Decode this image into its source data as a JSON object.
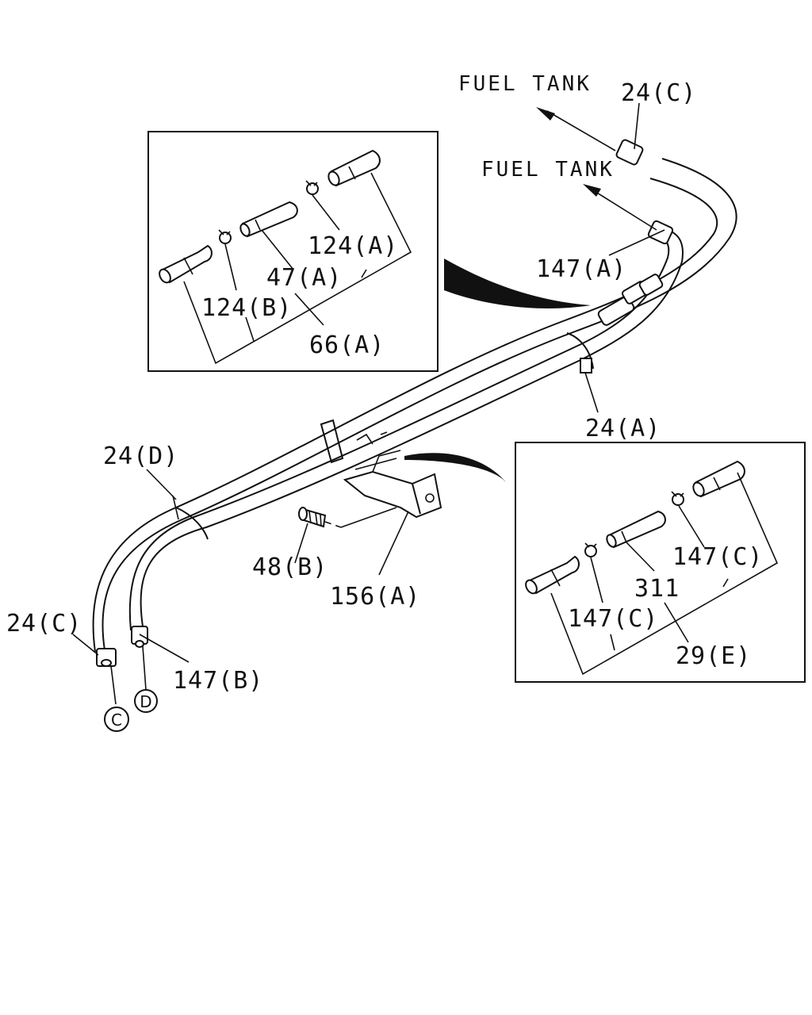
{
  "labels": {
    "fuel_tank_1": "FUEL TANK",
    "fuel_tank_2": "FUEL TANK",
    "p24c_top": "24(C)",
    "p147a": "147(A)",
    "p24a": "24(A)",
    "p24d": "24(D)",
    "p48b": "48(B)",
    "p156a": "156(A)",
    "p24c_left": "24(C)",
    "p147b": "147(B)",
    "circle_c": "C",
    "circle_d": "D"
  },
  "inset_top": {
    "p124a": "124(A)",
    "p47a": "47(A)",
    "p124b": "124(B)",
    "p66a": "66(A)"
  },
  "inset_bottom": {
    "p147c_right": "147(C)",
    "p311": "311",
    "p147c_left": "147(C)",
    "p29e": "29(E)"
  }
}
